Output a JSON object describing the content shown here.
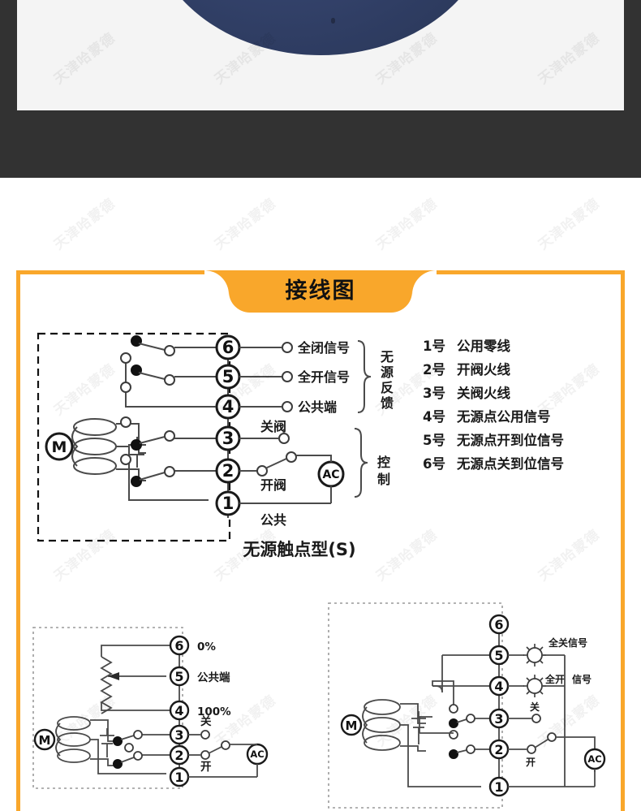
{
  "watermark": {
    "text": "天津哈蒙德"
  },
  "photo": {
    "alt_name": "valve-actuator-photo",
    "object_color": "#36456f",
    "panel_color": "#f4f4f4",
    "band_color": "#323232"
  },
  "section": {
    "title": "接线图",
    "accent_color": "#f9a72b"
  },
  "main_diagram": {
    "caption": "无源触点型(S)",
    "motor_label": "M",
    "ac_label": "AC",
    "terminals": [
      "6",
      "5",
      "4",
      "3",
      "2",
      "1"
    ],
    "terminal_labels": {
      "t6": "全闭信号",
      "t5": "全开信号",
      "t4": "公共端",
      "t3": "关阀",
      "t2": "开阀",
      "t1": "公共"
    },
    "group_feedback": "无源反馈",
    "group_control": "控制"
  },
  "legend": {
    "items": [
      {
        "num": "1号",
        "desc": "公用零线"
      },
      {
        "num": "2号",
        "desc": "开阀火线"
      },
      {
        "num": "3号",
        "desc": "关阀火线"
      },
      {
        "num": "4号",
        "desc": "无源点公用信号"
      },
      {
        "num": "5号",
        "desc": "无源点开到位信号"
      },
      {
        "num": "6号",
        "desc": "无源点关到位信号"
      }
    ]
  },
  "bottom_left_diagram": {
    "motor_label": "M",
    "ac_label": "AC",
    "terminals": [
      "6",
      "5",
      "4",
      "3",
      "2",
      "1"
    ],
    "terminal_labels": {
      "t6": "0%",
      "t5": "公共端",
      "t4": "100%",
      "t3": "关",
      "t2": "开"
    }
  },
  "bottom_right_diagram": {
    "motor_label": "M",
    "ac_label": "AC",
    "terminals": [
      "6",
      "5",
      "4",
      "3",
      "2",
      "1"
    ],
    "terminal_labels": {
      "t5": "全关信号",
      "t4a": "全开",
      "t4b": "信号",
      "t3": "关",
      "t2": "开"
    }
  }
}
